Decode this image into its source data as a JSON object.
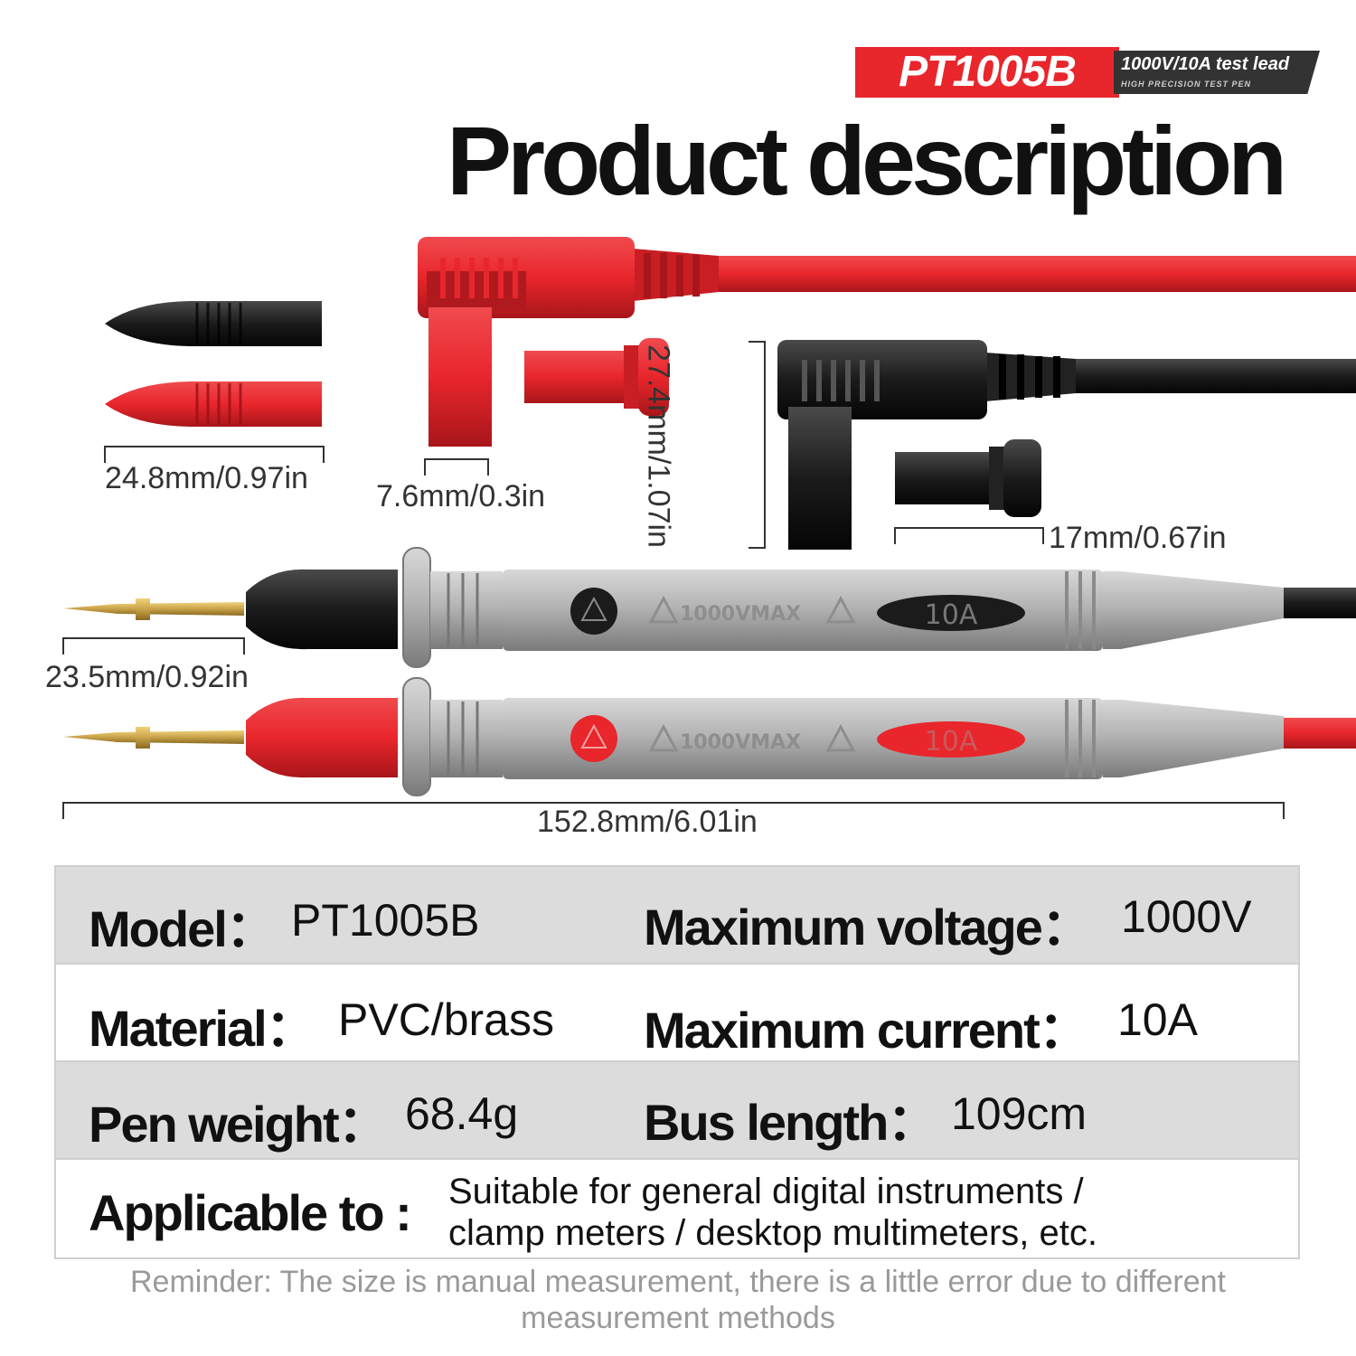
{
  "badge": {
    "model": "PT1005B",
    "line1": "1000V/10A test lead",
    "line2": "HIGH PRECISION TEST PEN"
  },
  "title": "Product description",
  "dimensions": {
    "tip_cap": "24.8mm/0.97in",
    "plug_diameter": "7.6mm/0.3in",
    "plug_height": "27.4mm/1.07in",
    "plug_cap": "17mm/0.67in",
    "probe_tip": "23.5mm/0.92in",
    "pen_length": "152.8mm/6.01in"
  },
  "pen_markings": {
    "voltage": "1000VMAX",
    "current": "10A"
  },
  "specs": {
    "model": {
      "label": "Model：",
      "value": "PT1005B"
    },
    "max_voltage": {
      "label": "Maximum voltage：",
      "value": "1000V"
    },
    "material": {
      "label": "Material：",
      "value": "PVC/brass"
    },
    "max_current": {
      "label": "Maximum current：",
      "value": "10A"
    },
    "pen_weight": {
      "label": "Pen weight：",
      "value": "68.4g"
    },
    "bus_length": {
      "label": "Bus length：",
      "value": "109cm"
    },
    "applicable": {
      "label": "Applicable to :",
      "line1": "Suitable for general digital instruments /",
      "line2": "clamp meters / desktop multimeters, etc."
    }
  },
  "reminder": {
    "line1": "Reminder: The size is manual measurement, there is a little error due to different",
    "line2": "measurement methods"
  },
  "colors": {
    "red": "#e8262c",
    "black": "#1b1b1b",
    "grey_pen": "#a8a8a8",
    "brass": "#c9a24a",
    "table_alt": "#dcdcdc"
  }
}
